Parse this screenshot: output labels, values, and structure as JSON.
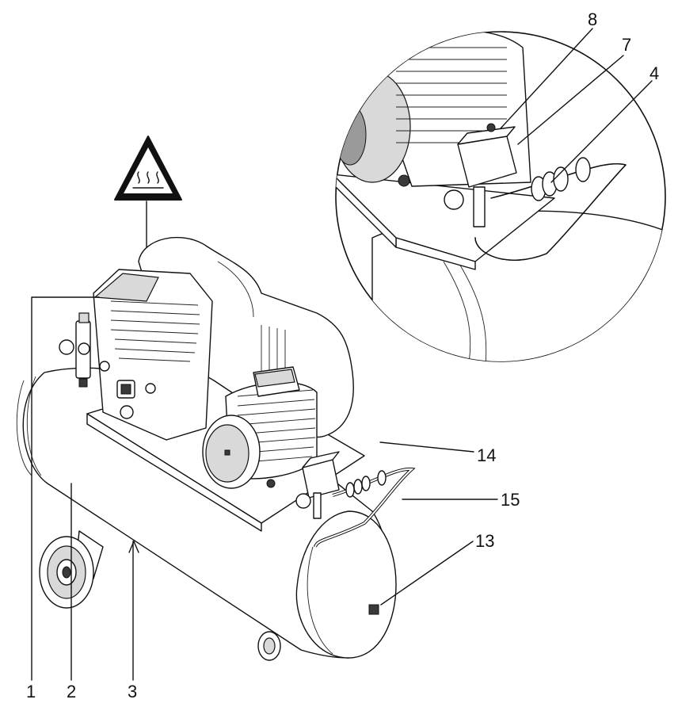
{
  "callouts": [
    {
      "id": "1",
      "label": "1"
    },
    {
      "id": "2",
      "label": "2"
    },
    {
      "id": "3",
      "label": "3"
    },
    {
      "id": "4",
      "label": "4"
    },
    {
      "id": "7",
      "label": "7"
    },
    {
      "id": "8",
      "label": "8"
    },
    {
      "id": "13",
      "label": "13"
    },
    {
      "id": "14",
      "label": "14"
    },
    {
      "id": "15",
      "label": "15"
    }
  ],
  "icons": {
    "warning": "hot-surface-warning-icon"
  }
}
